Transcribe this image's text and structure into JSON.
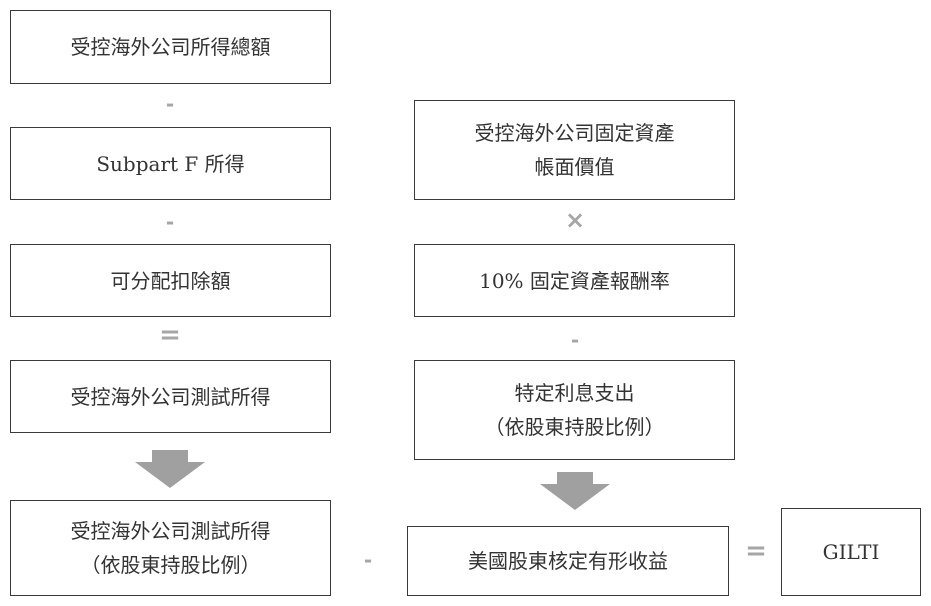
{
  "boxes": {
    "cfc_gross_income": "受控海外公司所得總額",
    "subpart_f_income": "Subpart F 所得",
    "allocable_deductions": "可分配扣除額",
    "cfc_tested_income": "受控海外公司測試所得",
    "cfc_tested_income_share_line1": "受控海外公司測試所得",
    "cfc_tested_income_share_line2": "（依股東持股比例）",
    "fixed_assets_line1": "受控海外公司固定資產",
    "fixed_assets_line2": "帳面價值",
    "return_rate": "10% 固定資產報酬率",
    "interest_expense_line1": "特定利息支出",
    "interest_expense_line2": "（依股東持股比例）",
    "deemed_tangible_return": "美國股東核定有形收益",
    "gilti": "GILTI"
  },
  "operators": {
    "minus": "-",
    "equals": "=",
    "times": "×"
  },
  "colors": {
    "border": "#3a3a3a",
    "operator": "#a6a6a6",
    "arrow": "#a0a0a0"
  }
}
